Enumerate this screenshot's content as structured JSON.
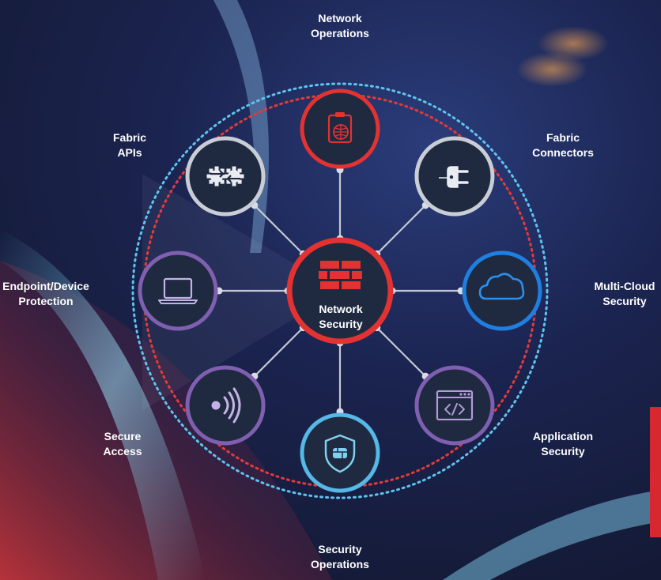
{
  "center": {
    "line1": "Network",
    "line2": "Security",
    "icon": "firewall-icon",
    "ring_color": "#e23232"
  },
  "nodes": [
    {
      "key": "network-operations",
      "line1": "Network",
      "line2": "Operations",
      "icon": "clipboard-globe-icon",
      "ring_color": "#e23232"
    },
    {
      "key": "fabric-connectors",
      "line1": "Fabric",
      "line2": "Connectors",
      "icon": "plug-icon",
      "ring_color": "#c9ced6"
    },
    {
      "key": "multi-cloud-security",
      "line1": "Multi-Cloud",
      "line2": "Security",
      "icon": "cloud-icon",
      "ring_color": "#1f7fe0"
    },
    {
      "key": "application-security",
      "line1": "Application",
      "line2": "Security",
      "icon": "code-window-icon",
      "ring_color": "#7f5fb0"
    },
    {
      "key": "security-operations",
      "line1": "Security",
      "line2": "Operations",
      "icon": "shield-icon",
      "ring_color": "#55b8e6"
    },
    {
      "key": "secure-access",
      "line1": "Secure",
      "line2": "Access",
      "icon": "wireless-signal-icon",
      "ring_color": "#7f5fb0"
    },
    {
      "key": "endpoint-device-protection",
      "line1": "Endpoint/Device",
      "line2": "Protection",
      "icon": "laptop-icon",
      "ring_color": "#7f5fb0"
    },
    {
      "key": "fabric-apis",
      "line1": "Fabric",
      "line2": "APIs",
      "icon": "gears-arrows-icon",
      "ring_color": "#c9ced6"
    }
  ],
  "colors": {
    "accent_red": "#d7282f",
    "dotted_blue": "#5ec4ee",
    "dotted_red": "#e33a3a",
    "spoke": "#c4c8d4",
    "node_fill": "#1f2a40"
  }
}
